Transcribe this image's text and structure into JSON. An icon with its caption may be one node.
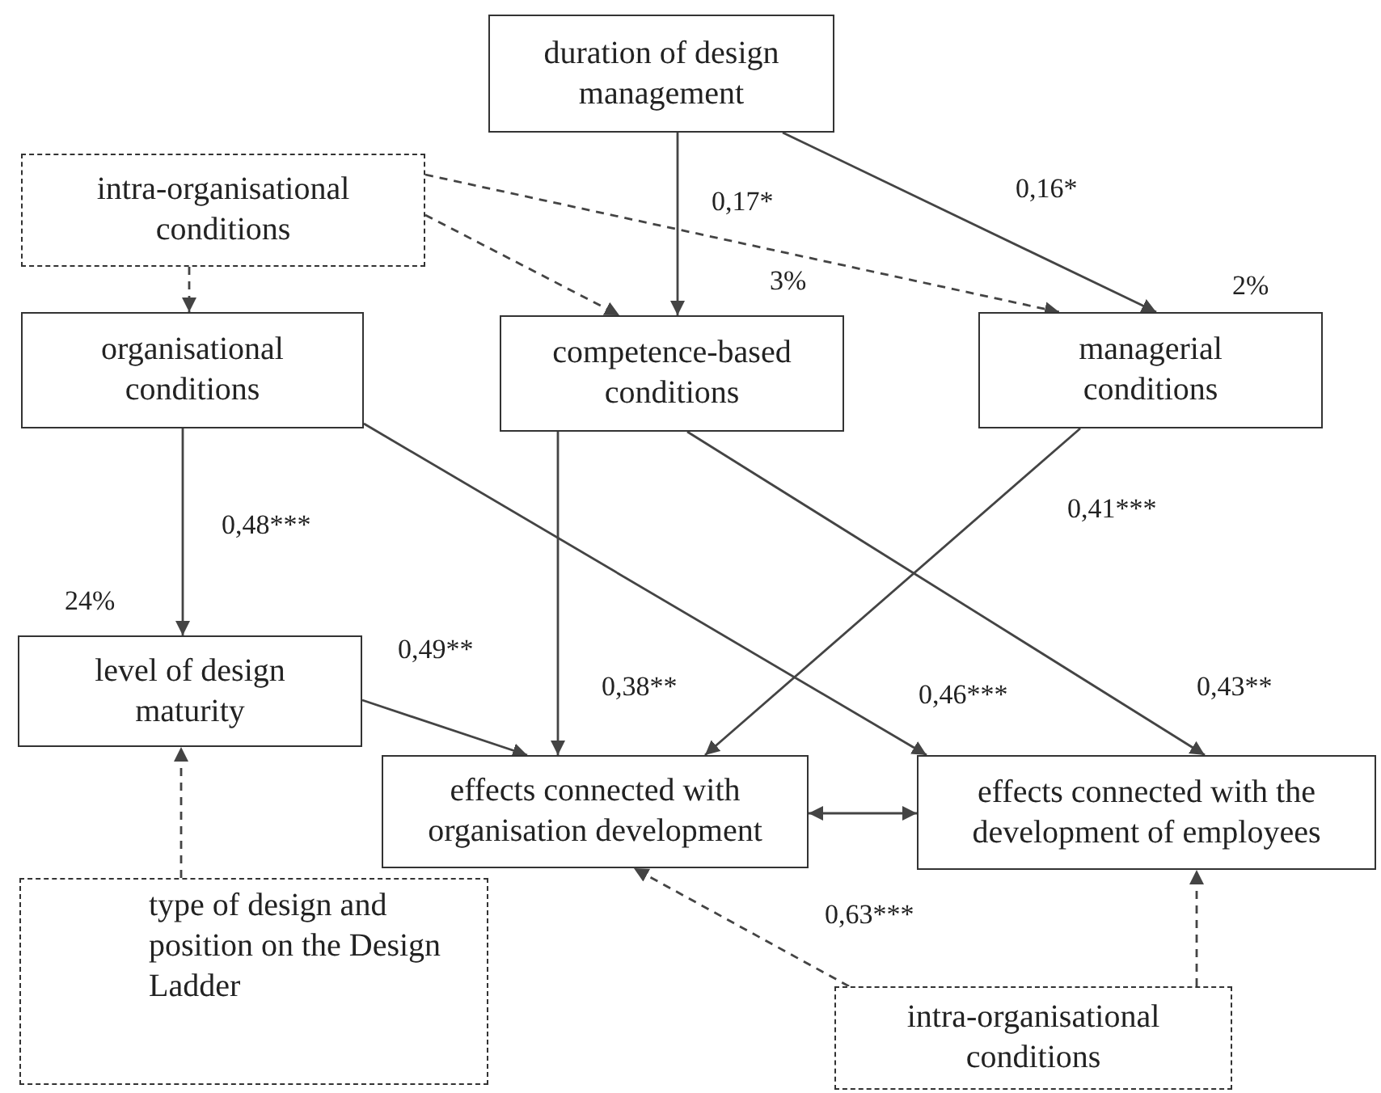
{
  "diagram": {
    "nodes": [
      {
        "text": [
          "duration of design management"
        ]
      },
      {
        "text": [
          "intra-organisational conditions"
        ]
      },
      {
        "text": [
          "organisational conditions"
        ]
      },
      {
        "text": [
          "competence-based conditions"
        ]
      },
      {
        "text": [
          "managerial conditions"
        ]
      },
      {
        "text": [
          "level of design maturity"
        ]
      },
      {
        "text": [
          "effects connected with organisation development"
        ]
      },
      {
        "text": [
          "effects connected with the development of employees"
        ]
      },
      {
        "text": [
          "type of design and position on the Design Ladder"
        ]
      },
      {
        "text": [
          "intra-organisational conditions"
        ]
      }
    ],
    "edges": [
      {
        "from": 0,
        "to": 3,
        "arrow": "to"
      },
      {
        "from": 0,
        "to": 4,
        "arrow": "to"
      },
      {
        "from": 1,
        "to": 2,
        "arrow": "to",
        "style": "dashed"
      },
      {
        "from": 1,
        "to": 3,
        "arrow": "to",
        "style": "dashed"
      },
      {
        "from": 1,
        "to": 4,
        "arrow": "to",
        "style": "dashed"
      },
      {
        "from": 2,
        "to": 5,
        "arrow": "to"
      },
      {
        "from": 2,
        "to": 7,
        "arrow": "to"
      },
      {
        "from": 3,
        "to": 6,
        "arrow": "to"
      },
      {
        "from": 3,
        "to": 7,
        "arrow": "to"
      },
      {
        "from": 4,
        "to": 6,
        "arrow": "to"
      },
      {
        "from": 5,
        "to": 6,
        "arrow": "to"
      },
      {
        "from": 6,
        "to": 7,
        "arrow": "both"
      },
      {
        "from": 8,
        "to": 5,
        "arrow": "to",
        "style": "dashed"
      },
      {
        "from": 9,
        "to": 6,
        "arrow": "to",
        "style": "dashed"
      },
      {
        "from": 9,
        "to": 7,
        "arrow": "to",
        "style": "dashed"
      }
    ],
    "labels": [
      "0,17*",
      "0,16*",
      "3%",
      "2%",
      "0,48***",
      "0,41***",
      "24%",
      "0,49**",
      "0,38**",
      "0,46***",
      "0,43**",
      "0,63***"
    ]
  }
}
